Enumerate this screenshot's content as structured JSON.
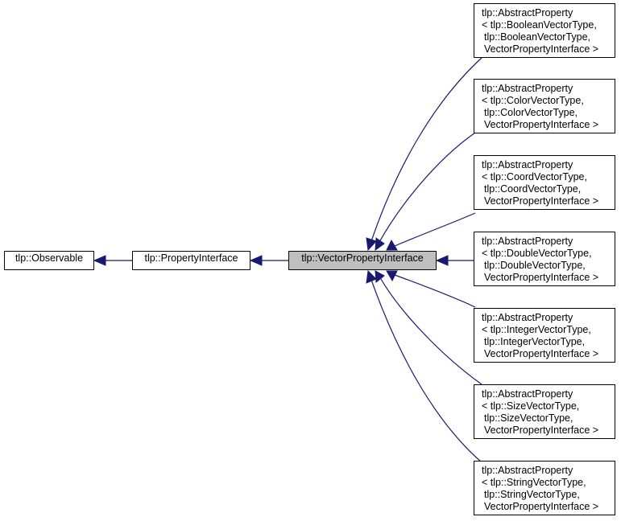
{
  "diagram": {
    "colors": {
      "edge": "#191970",
      "highlight": "#bfbfbf",
      "border": "#000000"
    },
    "nodes": {
      "observable": {
        "label": "tlp::Observable"
      },
      "property_interface": {
        "label": "tlp::PropertyInterface"
      },
      "vector_property_interface": {
        "label": "tlp::VectorPropertyInterface"
      },
      "boolean": {
        "lines": [
          "tlp::AbstractProperty",
          "< tlp::BooleanVectorType,",
          "tlp::BooleanVectorType,",
          "VectorPropertyInterface >"
        ]
      },
      "color": {
        "lines": [
          "tlp::AbstractProperty",
          "< tlp::ColorVectorType,",
          "tlp::ColorVectorType,",
          "VectorPropertyInterface >"
        ]
      },
      "coord": {
        "lines": [
          "tlp::AbstractProperty",
          "< tlp::CoordVectorType,",
          "tlp::CoordVectorType,",
          "VectorPropertyInterface >"
        ]
      },
      "double": {
        "lines": [
          "tlp::AbstractProperty",
          "< tlp::DoubleVectorType,",
          "tlp::DoubleVectorType,",
          "VectorPropertyInterface >"
        ]
      },
      "integer": {
        "lines": [
          "tlp::AbstractProperty",
          "< tlp::IntegerVectorType,",
          "tlp::IntegerVectorType,",
          "VectorPropertyInterface >"
        ]
      },
      "size": {
        "lines": [
          "tlp::AbstractProperty",
          "< tlp::SizeVectorType,",
          "tlp::SizeVectorType,",
          "VectorPropertyInterface >"
        ]
      },
      "string": {
        "lines": [
          "tlp::AbstractProperty",
          "< tlp::StringVectorType,",
          "tlp::StringVectorType,",
          "VectorPropertyInterface >"
        ]
      }
    }
  }
}
